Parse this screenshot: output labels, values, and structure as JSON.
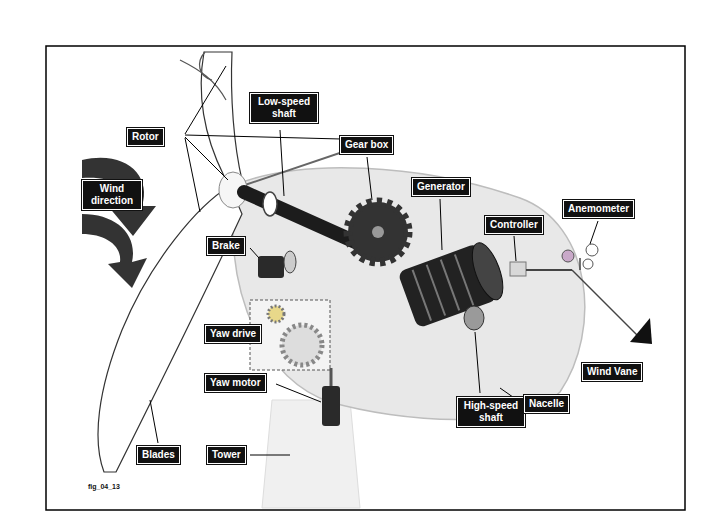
{
  "diagram": {
    "nodes": [
      {
        "text": [
          "Low-speed shaft"
        ]
      },
      {
        "text": [
          "Rotor"
        ]
      },
      {
        "text": [
          "Gear box"
        ]
      },
      {
        "text": [
          "Generator"
        ]
      },
      {
        "text": [
          "Controller"
        ]
      },
      {
        "text": [
          "Anemometer"
        ]
      },
      {
        "text": [
          "Wind direction"
        ]
      },
      {
        "text": [
          "Brake"
        ]
      },
      {
        "text": [
          "Yaw drive"
        ]
      },
      {
        "text": [
          "Wind Vane"
        ]
      },
      {
        "text": [
          "Yaw motor"
        ]
      },
      {
        "text": [
          "High-speed shaft"
        ]
      },
      {
        "text": [
          "Nacelle"
        ]
      },
      {
        "text": [
          "Blades"
        ]
      },
      {
        "text": [
          "Tower"
        ]
      }
    ],
    "labels": [
      "fig_04_13"
    ]
  }
}
